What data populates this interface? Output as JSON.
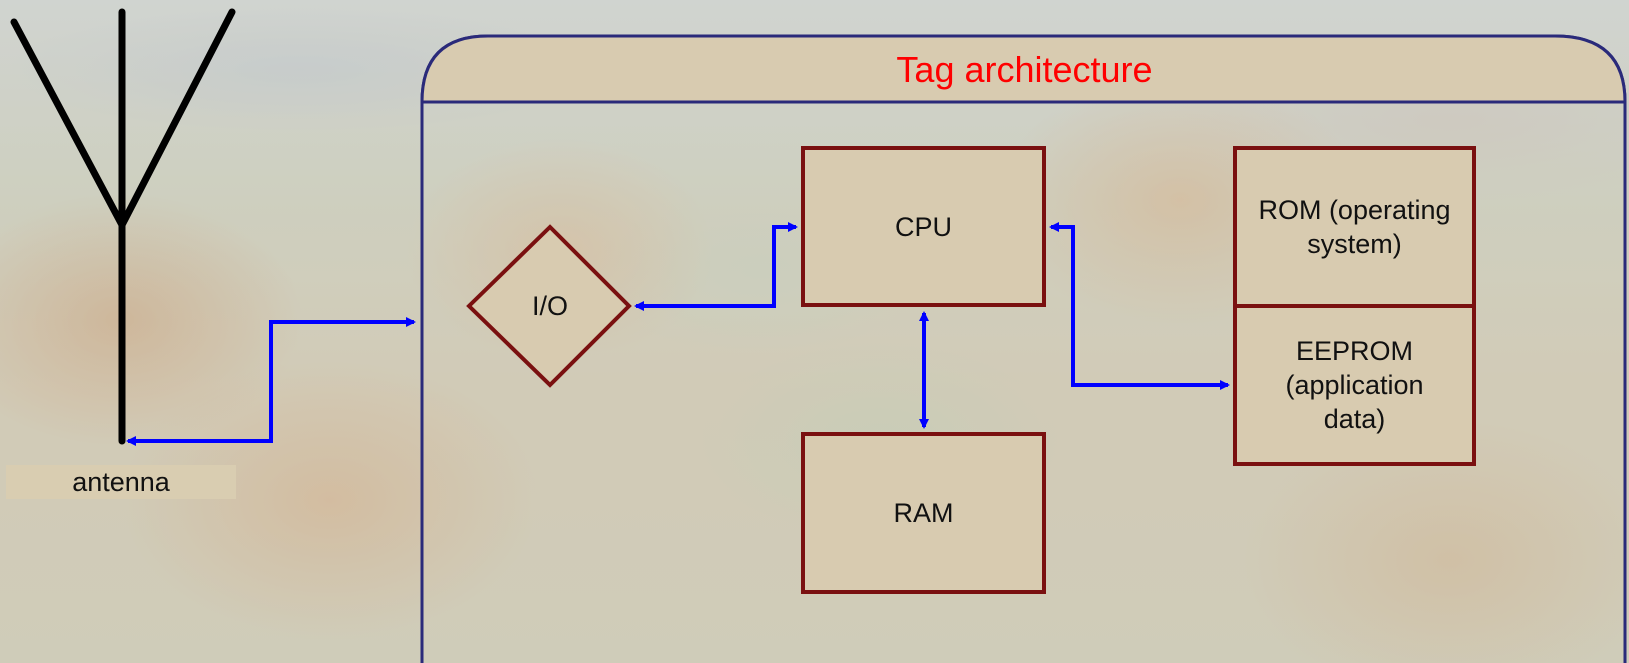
{
  "title": "Tag architecture",
  "antenna": {
    "label": "antenna"
  },
  "blocks": {
    "io": "I/O",
    "cpu": "CPU",
    "ram": "RAM",
    "rom": "ROM (operating system)",
    "eeprom": "EEPROM (application data)"
  },
  "colors": {
    "title": "#ff0000",
    "box_fill": "#d8cbb0",
    "box_border": "#7a1010",
    "arrow": "#0000ff",
    "frame_border": "#2a2a7a",
    "antenna": "#000000"
  }
}
